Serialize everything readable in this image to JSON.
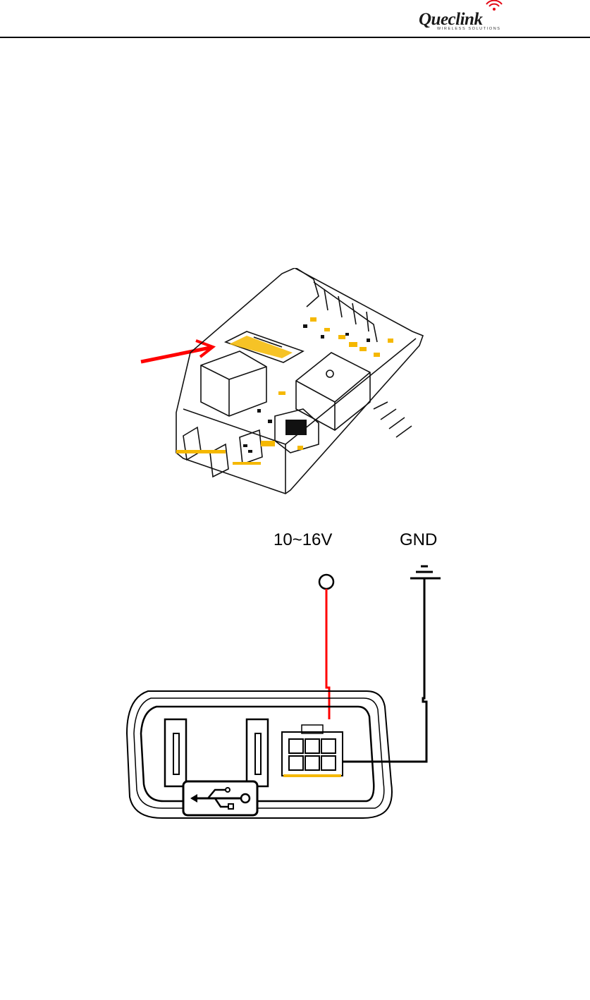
{
  "header": {
    "logo_text": "Queclink",
    "logo_sub": "WIRELESS SOLUTIONS"
  },
  "figure_device": {
    "arrow_color": "#ff0000",
    "highlight_color": "#f5b800"
  },
  "figure_wiring": {
    "power_label": "10~16V",
    "ground_label": "GND",
    "power_wire_color": "#ff0000",
    "ground_wire_color": "#000000",
    "usb_icon": "usb-icon"
  }
}
